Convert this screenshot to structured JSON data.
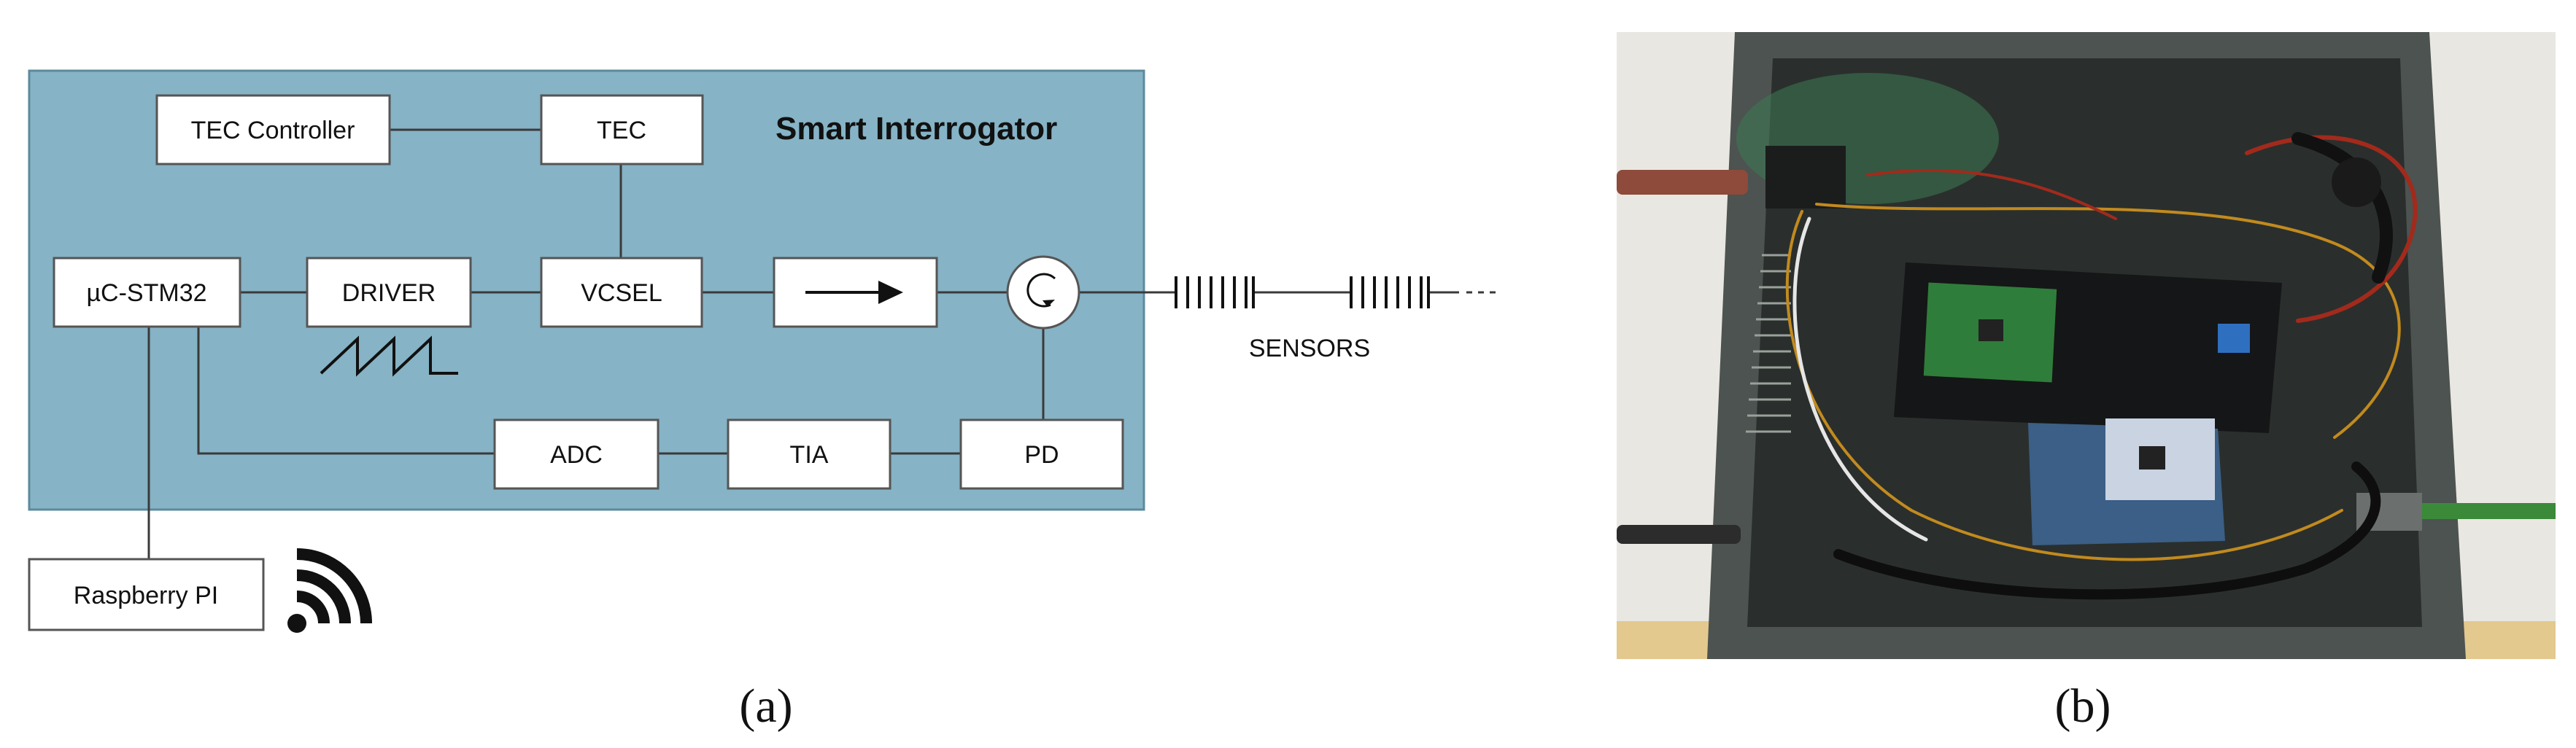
{
  "panel_a": {
    "label": "(a)",
    "title": "Smart Interrogator",
    "blocks": {
      "tec_controller": "TEC Controller",
      "tec": "TEC",
      "uc": "µC-STM32",
      "driver": "DRIVER",
      "vcsel": "VCSEL",
      "adc": "ADC",
      "tia": "TIA",
      "pd": "PD",
      "raspberry": "Raspberry PI"
    },
    "sensors_label": "SENSORS"
  },
  "panel_b": {
    "label": "(b)"
  },
  "colors": {
    "interrogator_fill": "#86b3c5",
    "block_fill": "#ffffff",
    "line": "#3a3a3a"
  }
}
